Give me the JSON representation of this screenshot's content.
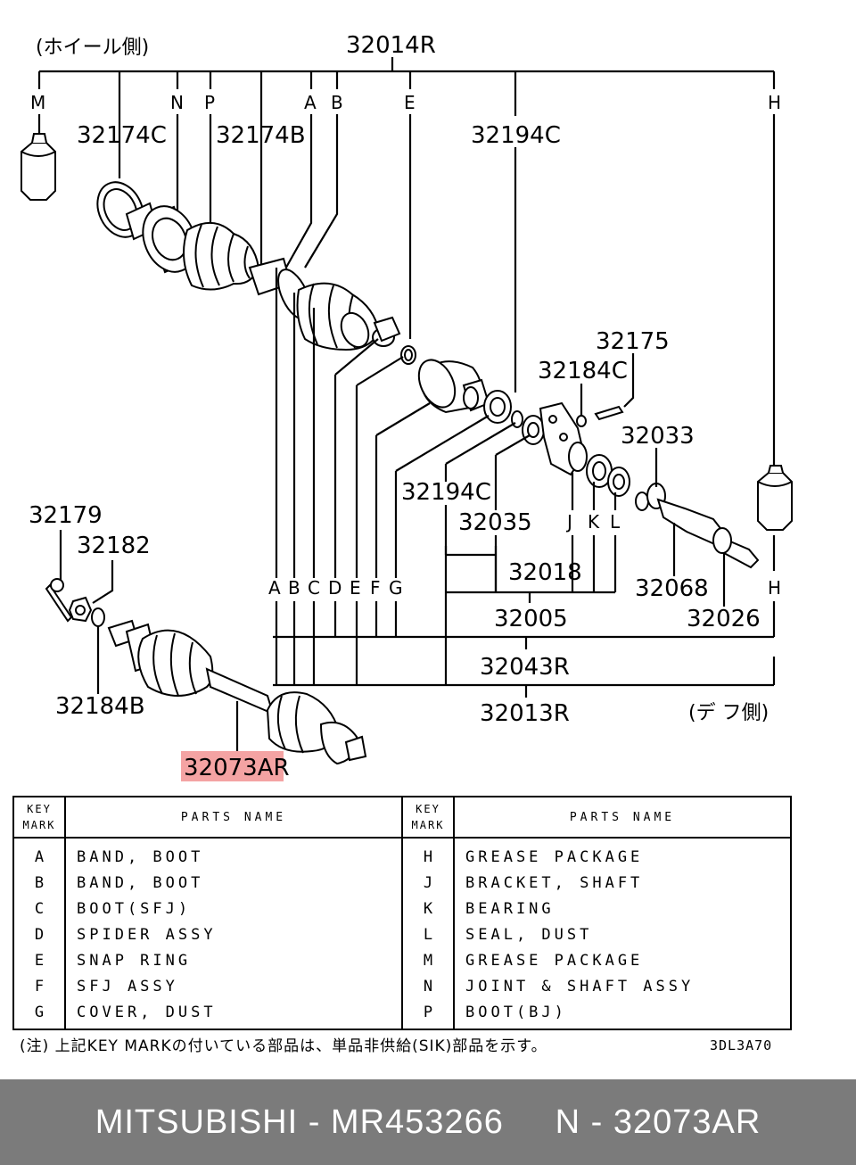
{
  "diagram": {
    "wheel_side": "(ホイール側)",
    "diff_side": "(デ フ側)",
    "part_numbers": {
      "p32014R": "32014R",
      "p32174C": "32174C",
      "p32174B": "32174B",
      "p32194C_top": "32194C",
      "p32175": "32175",
      "p32184C": "32184C",
      "p32033": "32033",
      "p32179": "32179",
      "p32182": "32182",
      "p32194C_mid": "32194C",
      "p32035": "32035",
      "p32018": "32018",
      "p32068": "32068",
      "p32005": "32005",
      "p32026": "32026",
      "p32043R": "32043R",
      "p32184B": "32184B",
      "p32013R": "32013R",
      "p32073AR": "32073AR"
    },
    "key_letters_top": {
      "M": "M",
      "N": "N",
      "P": "P",
      "A": "A",
      "B": "B",
      "E": "E",
      "H": "H"
    },
    "key_letters_bottom": {
      "A": "A",
      "B": "B",
      "C": "C",
      "D": "D",
      "E": "E",
      "F": "F",
      "G": "G",
      "J": "J",
      "K": "K",
      "L": "L",
      "H": "H"
    },
    "highlight_color": "#f4a3a3"
  },
  "table": {
    "key_header": [
      "KEY",
      "MARK"
    ],
    "name_header": "PARTS NAME",
    "left_rows": [
      {
        "key": "A",
        "name": "BAND, BOOT"
      },
      {
        "key": "B",
        "name": "BAND, BOOT"
      },
      {
        "key": "C",
        "name": "BOOT(SFJ)"
      },
      {
        "key": "D",
        "name": "SPIDER ASSY"
      },
      {
        "key": "E",
        "name": "SNAP RING"
      },
      {
        "key": "F",
        "name": "SFJ ASSY"
      },
      {
        "key": "G",
        "name": "COVER, DUST"
      }
    ],
    "right_rows": [
      {
        "key": "H",
        "name": "GREASE PACKAGE"
      },
      {
        "key": "J",
        "name": "BRACKET, SHAFT"
      },
      {
        "key": "K",
        "name": "BEARING"
      },
      {
        "key": "L",
        "name": "SEAL, DUST"
      },
      {
        "key": "M",
        "name": "GREASE PACKAGE"
      },
      {
        "key": "N",
        "name": "JOINT & SHAFT ASSY"
      },
      {
        "key": "P",
        "name": "BOOT(BJ)"
      }
    ]
  },
  "note": "(注) 上記KEY MARKの付いている部品は、単品非供給(SIK)部品を示す。",
  "drawing_code": "3DL3A70",
  "footer": "MITSUBISHI - MR453266     N - 32073AR"
}
